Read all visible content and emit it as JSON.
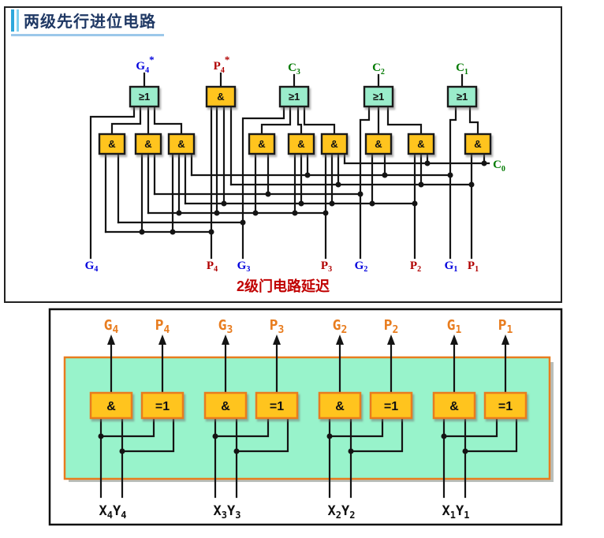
{
  "title": {
    "text": "两级先行进位电路"
  },
  "diagram1": {
    "gate_or": "≥1",
    "gate_and": "&",
    "top_labels": [
      {
        "main": "G",
        "sub": "4",
        "star": "*"
      },
      {
        "main": "P",
        "sub": "4",
        "star": "*"
      },
      {
        "main": "C",
        "sub": "3"
      },
      {
        "main": "C",
        "sub": "2"
      },
      {
        "main": "C",
        "sub": "1"
      }
    ],
    "bottom_labels": [
      {
        "main": "G",
        "sub": "4"
      },
      {
        "main": "P",
        "sub": "4"
      },
      {
        "main": "G",
        "sub": "3"
      },
      {
        "main": "P",
        "sub": "3"
      },
      {
        "main": "G",
        "sub": "2"
      },
      {
        "main": "P",
        "sub": "2"
      },
      {
        "main": "G",
        "sub": "1"
      },
      {
        "main": "P",
        "sub": "1"
      }
    ],
    "carry_in": {
      "main": "C",
      "sub": "0"
    },
    "caption": "2级门电路延迟"
  },
  "diagram2": {
    "gate_and": "&",
    "gate_xor": "=1",
    "output_labels": [
      {
        "main": "G",
        "sub": "4"
      },
      {
        "main": "P",
        "sub": "4"
      },
      {
        "main": "G",
        "sub": "3"
      },
      {
        "main": "P",
        "sub": "3"
      },
      {
        "main": "G",
        "sub": "2"
      },
      {
        "main": "P",
        "sub": "2"
      },
      {
        "main": "G",
        "sub": "1"
      },
      {
        "main": "P",
        "sub": "1"
      }
    ],
    "input_labels": [
      {
        "x": "X",
        "xs": "4",
        "y": "Y",
        "ys": "4"
      },
      {
        "x": "X",
        "xs": "3",
        "y": "Y",
        "ys": "3"
      },
      {
        "x": "X",
        "xs": "2",
        "y": "Y",
        "ys": "2"
      },
      {
        "x": "X",
        "xs": "1",
        "y": "Y",
        "ys": "1"
      }
    ]
  },
  "colors": {
    "g_label": "#0000dd",
    "p_label": "#b00000",
    "c_label": "#007a00",
    "or_gate_fill": "#9aeccb",
    "and_gate_fill": "#ffc41e",
    "d2_accent": "#e87c1e",
    "panel_fill": "#98f3cb",
    "caption": "#c00000",
    "title": "#1f3864",
    "wire": "#141414"
  }
}
